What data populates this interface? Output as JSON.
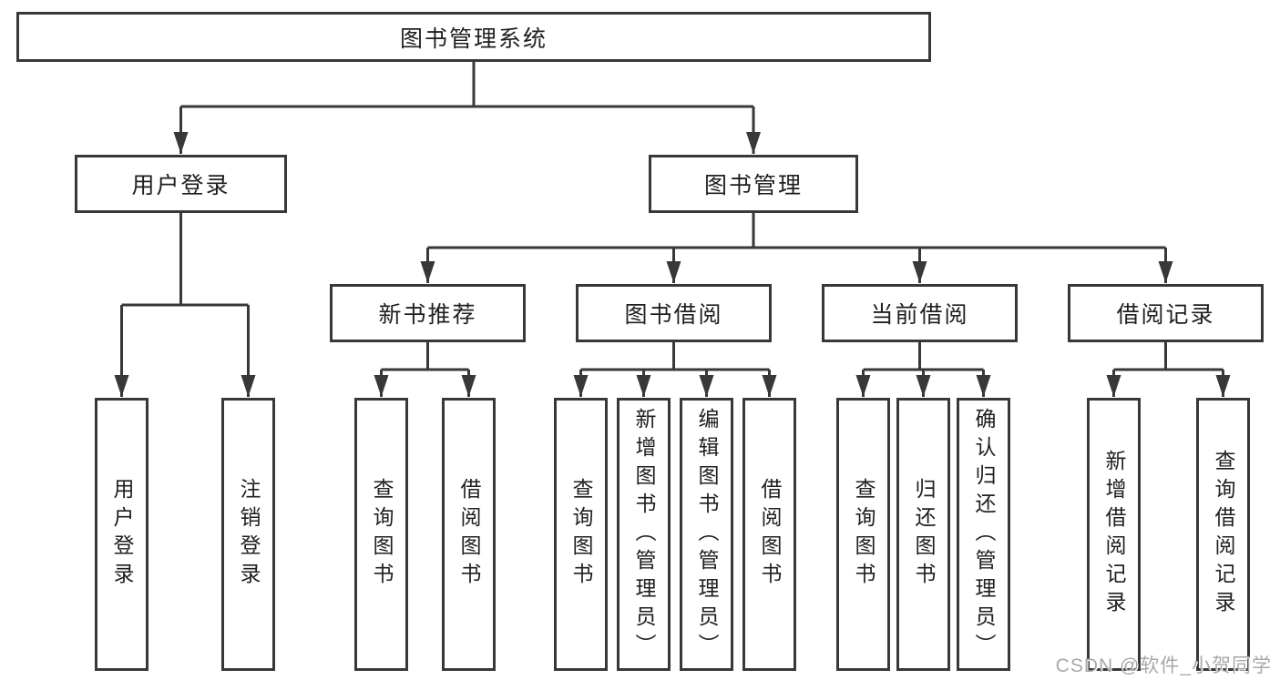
{
  "diagram_title": "图书管理系统",
  "tree": {
    "label": "图书管理系统",
    "children": [
      {
        "label": "用户登录",
        "children": [
          {
            "label": "用户登录"
          },
          {
            "label": "注销登录"
          }
        ]
      },
      {
        "label": "图书管理",
        "children": [
          {
            "label": "新书推荐",
            "children": [
              {
                "label": "查询图书"
              },
              {
                "label": "借阅图书"
              }
            ]
          },
          {
            "label": "图书借阅",
            "children": [
              {
                "label": "查询图书"
              },
              {
                "label": "新增图书（管理员）"
              },
              {
                "label": "编辑图书（管理员）"
              },
              {
                "label": "借阅图书"
              }
            ]
          },
          {
            "label": "当前借阅",
            "children": [
              {
                "label": "查询图书"
              },
              {
                "label": "归还图书"
              },
              {
                "label": "确认归还（管理员）"
              }
            ]
          },
          {
            "label": "借阅记录",
            "children": [
              {
                "label": "新增借阅记录"
              },
              {
                "label": "查询借阅记录"
              }
            ]
          }
        ]
      }
    ]
  },
  "watermark": "CSDN @软件_小贺同学",
  "colors": {
    "line": "#383838",
    "box_border": "#383838",
    "box_fill": "#ffffff",
    "text": "#1f1f1f",
    "watermark": "#a8a8a8",
    "background": "#ffffff"
  }
}
